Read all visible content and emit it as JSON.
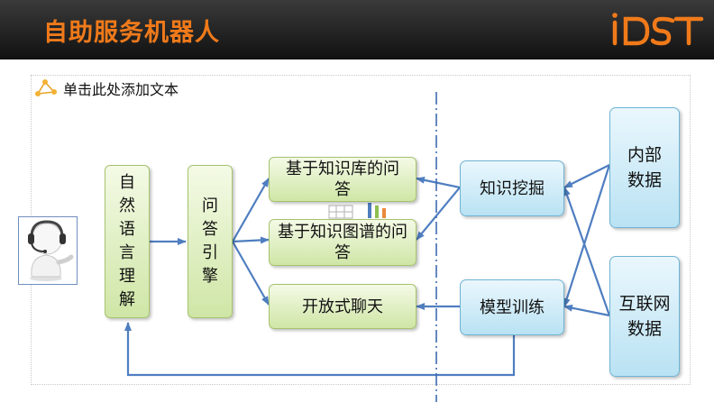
{
  "header": {
    "title": "自助服务机器人",
    "logo_text": "iDST"
  },
  "placeholder": {
    "text": "单击此处添加文本"
  },
  "diagram": {
    "nlu": "自然语言理解",
    "engine": "问答引擎",
    "kb_qa": "基于知识库的问答",
    "kg_qa": "基于知识图谱的问答",
    "open_chat": "开放式聊天",
    "mining": "知识挖掘",
    "training": "模型训练",
    "internal_data": "内部数据",
    "internet_data": "互联网数据"
  }
}
